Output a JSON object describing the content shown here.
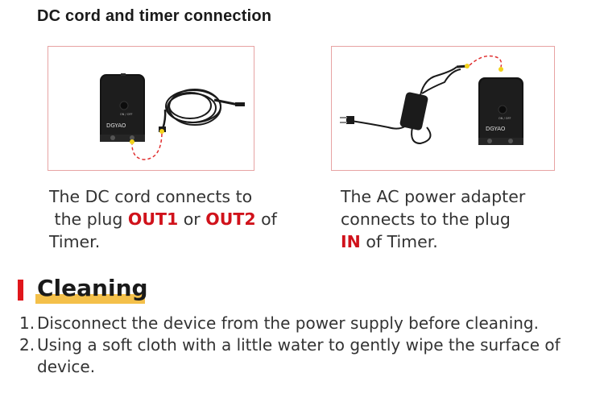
{
  "section_heading": "DC cord and timer connection",
  "left_panel": {
    "device_brand": "DGYAO",
    "switch_label": "ON / OFF",
    "caption": {
      "line1": "The DC cord connects to",
      "line2_pre": "the plug ",
      "highlight1": "OUT1",
      "mid": " or ",
      "highlight2": "OUT2",
      "line2_post": " of",
      "line3": "Timer."
    }
  },
  "right_panel": {
    "device_brand": "DGYAO",
    "switch_label": "ON / OFF",
    "caption": {
      "line1": "The AC power adapter",
      "line2": "connects to the plug",
      "highlight": "IN",
      "line3_post": " of Timer."
    }
  },
  "cleaning": {
    "title": "Cleaning",
    "items": [
      {
        "num": "1.",
        "text": "Disconnect the device from the power supply before cleaning."
      },
      {
        "num": "2.",
        "text": "Using a soft cloth with a little water to gently wipe the surface of device."
      }
    ]
  },
  "colors": {
    "accent_red": "#d0121b",
    "frame_border": "#e7a3a3",
    "underline_yellow": "#f4c04a",
    "dashed_line": "#e03030",
    "connector_dot": "#f2d21b"
  }
}
